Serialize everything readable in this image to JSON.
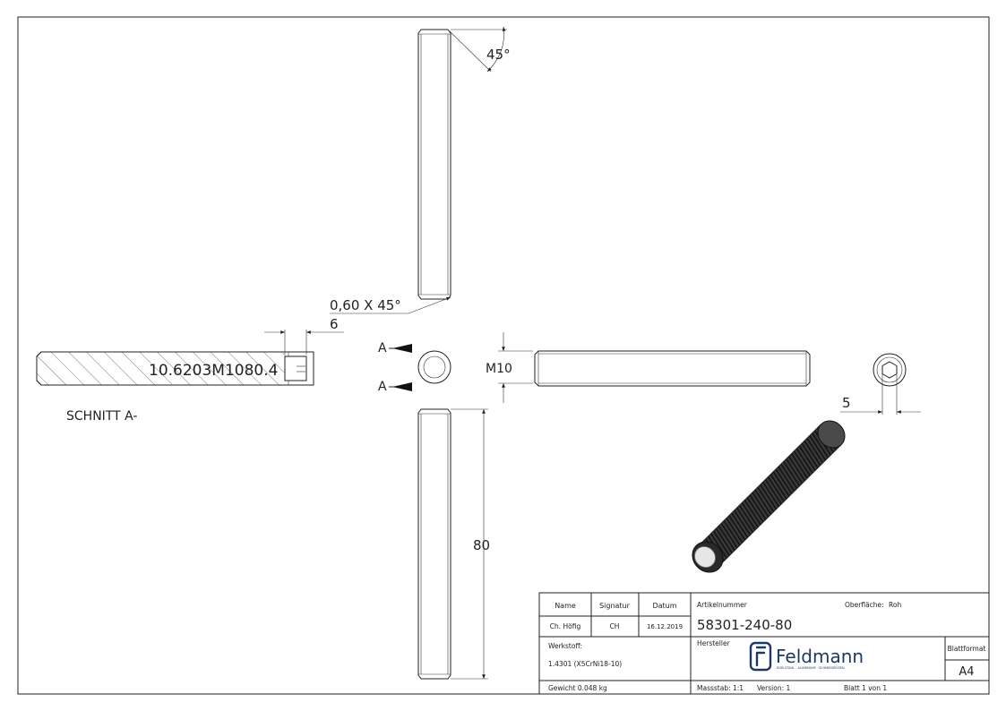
{
  "dimensions": {
    "chamfer_angle": "45°",
    "chamfer_size": "0,60 X 45°",
    "hex_depth": "6",
    "thread_diameter": "M10",
    "hex_width": "5",
    "length": "80"
  },
  "section": {
    "inner_text": "10.6203M1080.4",
    "title": "SCHNITT A-",
    "marker": "A"
  },
  "title_block": {
    "name_header": "Name",
    "signatur_header": "Signatur",
    "datum_header": "Datum",
    "name_value": "Ch. Höfig",
    "signatur_value": "CH",
    "datum_value": "16.12.2019",
    "artikel_label": "Artikelnummer",
    "artikel_value": "58301-240-80",
    "oberflaeche_label": "Oberfläche:",
    "oberflaeche_value": "Roh",
    "werkstoff_label": "Werkstoff:",
    "werkstoff_value": "1.4301 (X5CrNi18-10)",
    "hersteller_label": "Hersteller",
    "logo_text": "Feldmann",
    "logo_tagline": "EDELSTAHL · ALUMINIUM · SCHMIEDEEISEN",
    "blattformat_label": "Blattformat",
    "blattformat_value": "A4",
    "gewicht": "Gewicht 0.048 kg",
    "massstab": "Massstab: 1:1",
    "version": "Version: 1",
    "blatt": "Blatt 1 von 1"
  }
}
